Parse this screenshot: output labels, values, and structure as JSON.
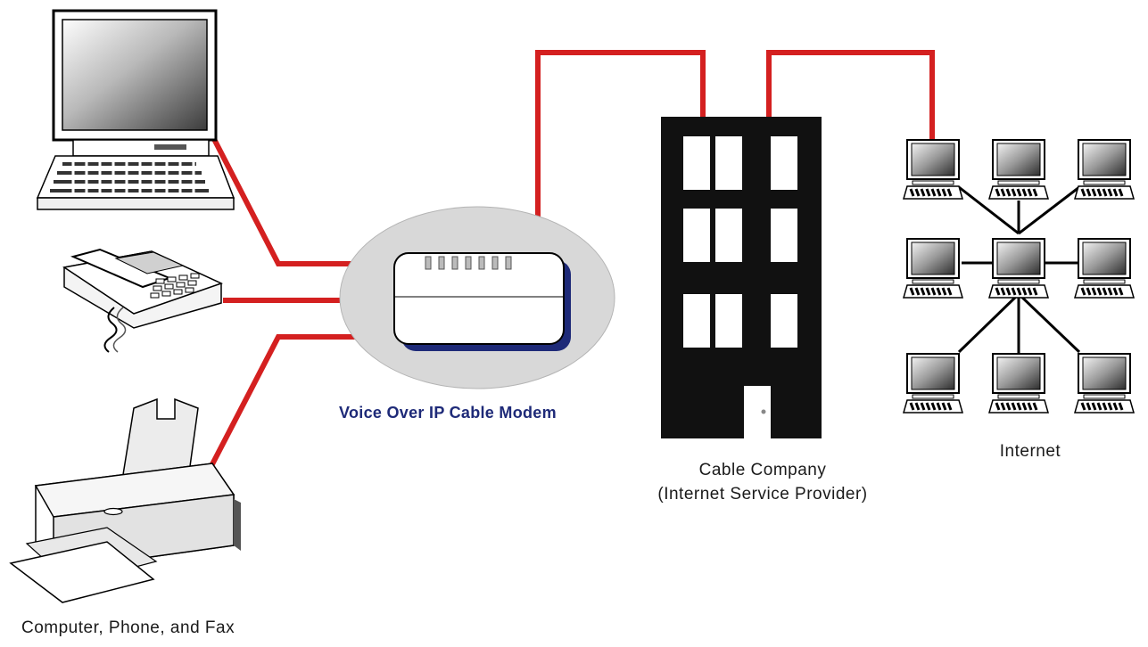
{
  "labels": {
    "modem": "Voice Over IP Cable Modem",
    "cable_company_line1": "Cable Company",
    "cable_company_line2": "(Internet Service Provider)",
    "internet": "Internet",
    "devices": "Computer, Phone, and Fax"
  },
  "colors": {
    "cable": "#d42020",
    "building": "#111111",
    "modem_halo": "#d8d8d8",
    "modem_label": "#1e2a78"
  },
  "icons": {
    "computer": "desktop-computer-icon",
    "phone": "desk-phone-icon",
    "fax": "fax-printer-icon",
    "modem": "cable-modem-icon",
    "building": "office-building-icon",
    "network": "network-computer-icon"
  }
}
